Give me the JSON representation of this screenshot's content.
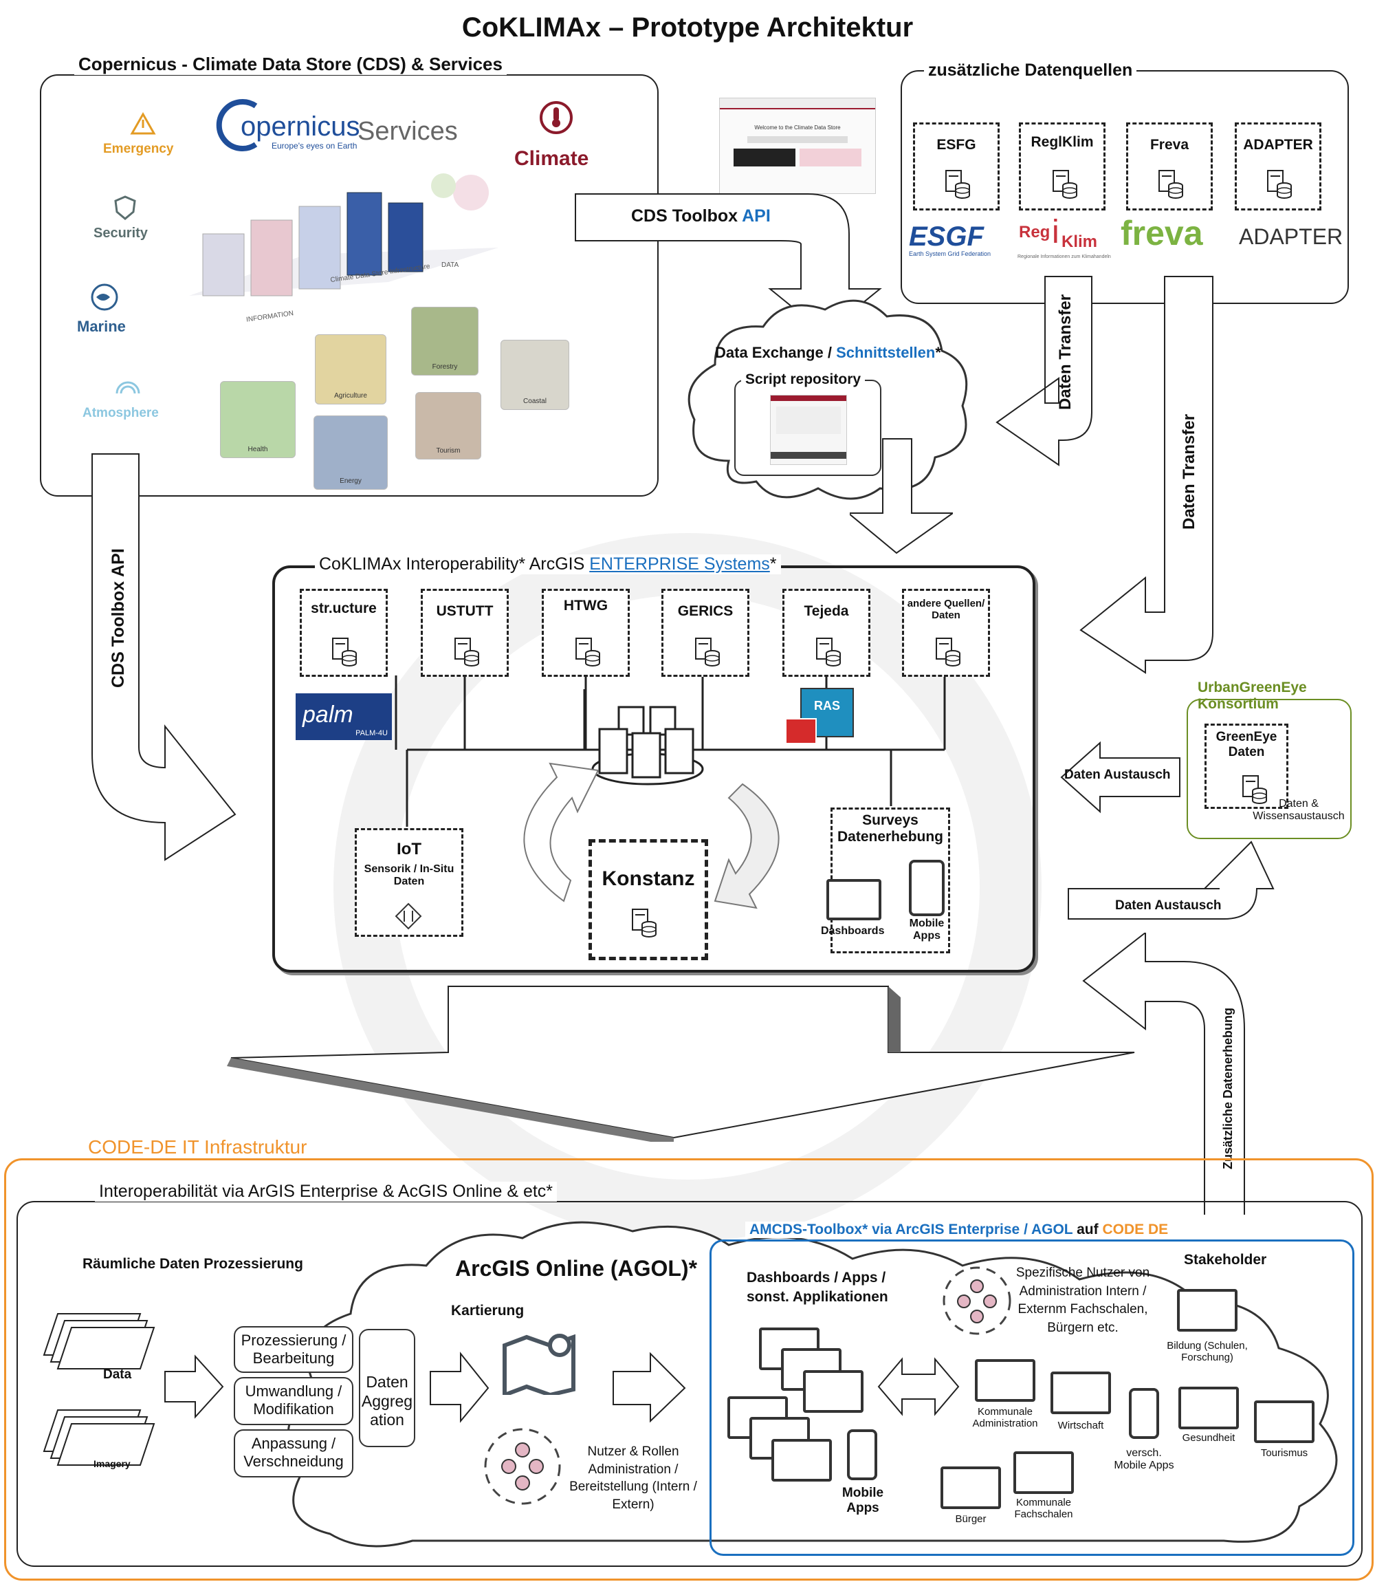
{
  "title": "CoKLIMAx – Prototype Architektur",
  "copernicus": {
    "legend": "Copernicus - Climate Data Store (CDS) & Services",
    "logo_text": "opernicus",
    "logo_services": "Services",
    "logo_tagline": "Europe's eyes on Earth",
    "climate": "Climate",
    "services": [
      "Emergency",
      "Security",
      "Marine",
      "Atmosphere"
    ],
    "thumbnails": [
      "Health",
      "Agriculture",
      "Energy",
      "Forestry",
      "Tourism",
      "Coastal"
    ],
    "visual_labels": [
      "INFORMATION",
      "DATA",
      "Climate Data Store Infrastructure"
    ]
  },
  "cds_toolbox_top": {
    "text": "CDS Toolbox ",
    "api": "API"
  },
  "cds_toolbox_left": "CDS Toolbox API",
  "cds_screenshot_text": "Welcome to the Climate Data Store",
  "data_exchange": {
    "text": "Data Exchange / ",
    "link": "Schnittstellen",
    "star": "*"
  },
  "script_repository": "Script repository",
  "zusatz": {
    "legend": "zusätzliche Datenquellen",
    "sources": [
      "ESFG",
      "ReglKlim",
      "Freva",
      "ADAPTER"
    ],
    "logos": {
      "esgf": "ESGF",
      "esgf_sub": "Earth System Grid Federation",
      "reg1": "Reg",
      "reg2": "Klim",
      "reg_sub": "Regionale Informationen zum Klimahandeln",
      "freva": "freva",
      "adapter": "ADAPTER"
    }
  },
  "daten_transfer": "Daten Transfer",
  "coklimax": {
    "legend_a": "CoKLIMAx Interoperability* ArcGIS ",
    "legend_link": "ENTERPRISE Systems",
    "legend_b": "*",
    "nodes": [
      "str.ucture",
      "USTUTT",
      "HTWG",
      "GERICS",
      "Tejeda",
      "andere Quellen/ Daten"
    ],
    "palm": "palm",
    "palm_sub": "PALM-4U",
    "ras": "RAS",
    "iot_title": "IoT",
    "iot_sub": "Sensorik / In-Situ Daten",
    "konstanz": "Konstanz",
    "surveys": "Surveys Datenerhebung",
    "dashboards": "Dashboards",
    "mobile_apps": "Mobile Apps"
  },
  "urban": {
    "title": "UrbanGreenEye Konsortium",
    "inner": "GreenEye Daten",
    "sub": "Daten & Wissensaustausch"
  },
  "daten_austausch": "Daten Austausch",
  "zusaetzliche_datenerhebung": "Zusätzliche Datenerhebung",
  "codede": {
    "legend": "CODE-DE  IT Infrastruktur",
    "inner_legend": "Interoperabilität via ArGIS Enterprise & AcGIS Online & etc*",
    "raeumlich": "Räumliche Daten Prozessierung",
    "data": "Data",
    "imagery": "Imagery",
    "steps": [
      "Prozessierung / Bearbeitung",
      "Umwandlung / Modifikation",
      "Anpassung / Verschneidung"
    ],
    "aggregation": "Daten Aggreg ation",
    "agol": "ArcGIS Online (AGOL)*",
    "kartierung": "Kartierung",
    "nutzer_rollen": "Nutzer & Rollen Administration / Bereitstellung (Intern / Extern)",
    "amcds": {
      "a": "AMCDS-Toolbox* via ArcGIS Enterprise / AGOL ",
      "b": "auf ",
      "c": "CODE DE"
    },
    "dashboards_apps": "Dashboards / Apps / sonst. Applikationen",
    "mobile_apps": "Mobile Apps",
    "spezifische": "Spezifische Nutzer von Administration Intern / Externm Fachschalen, Bürgern etc.",
    "stakeholder": "Stakeholder",
    "stakeholders": [
      "Bildung (Schulen, Forschung)",
      "Kommunale Administration",
      "Wirtschaft",
      "versch. Mobile Apps",
      "Gesundheit",
      "Tourismus",
      "Bürger",
      "Kommunale Fachschalen"
    ]
  },
  "colors": {
    "blue": "#1a6fbf",
    "orange": "#f0932b",
    "olive": "#6b8e23",
    "climate": "#8b1a2b"
  }
}
